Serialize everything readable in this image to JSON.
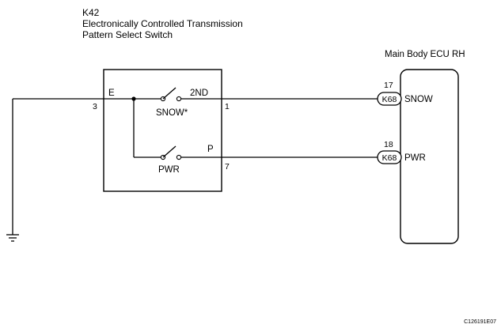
{
  "component": {
    "code": "K42",
    "name_line1": "Electronically Controlled Transmission",
    "name_line2": "Pattern Select Switch",
    "terminals": {
      "e_label": "E",
      "e_pin": "3",
      "snow_out_label": "2ND",
      "snow_out_pin": "1",
      "pwr_out_label": "P",
      "pwr_out_pin": "7"
    },
    "switches": {
      "snow_label": "SNOW*",
      "pwr_label": "PWR"
    }
  },
  "ecu": {
    "name": "Main Body ECU RH",
    "connector_code": "K68",
    "pins": [
      {
        "pin": "17",
        "connector": "K68",
        "signal": "SNOW"
      },
      {
        "pin": "18",
        "connector": "K68",
        "signal": "PWR"
      }
    ]
  },
  "figure_id": "C126191E07",
  "colors": {
    "line": "#000000",
    "background": "#ffffff"
  }
}
